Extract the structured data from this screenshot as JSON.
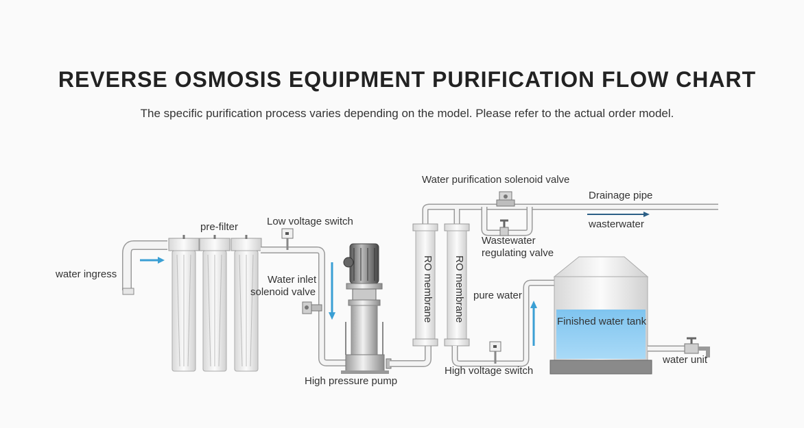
{
  "header": {
    "title": "REVERSE OSMOSIS EQUIPMENT PURIFICATION FLOW CHART",
    "subtitle": "The specific purification process varies depending on the model. Please refer to the actual order model."
  },
  "labels": {
    "water_ingress": "water ingress",
    "pre_filter": "pre-filter",
    "low_voltage_switch": "Low voltage switch",
    "water_inlet_solenoid_valve_line1": "Water inlet",
    "water_inlet_solenoid_valve_line2": "solenoid valve",
    "high_pressure_pump": "High pressure pump",
    "ro_membrane_1": "RO membrane",
    "ro_membrane_2": "RO membrane",
    "water_purification_solenoid_valve": "Water purification solenoid valve",
    "drainage_pipe": "Drainage pipe",
    "wasterwater": "wasterwater",
    "wastewater_regulating_valve_line1": "Wastewater",
    "wastewater_regulating_valve_line2": "regulating valve",
    "pure_water": "pure water",
    "finished_water_tank": "Finished water tank",
    "high_voltage_switch": "High voltage switch",
    "water_unit": "water unit"
  },
  "colors": {
    "flow_arrow": "#3a9fd4",
    "drain_arrow": "#2c5f86",
    "tank_water": "#8ecdf2",
    "pipe_fill": "#f4f4f4",
    "pipe_stroke": "#9a9a9a"
  }
}
